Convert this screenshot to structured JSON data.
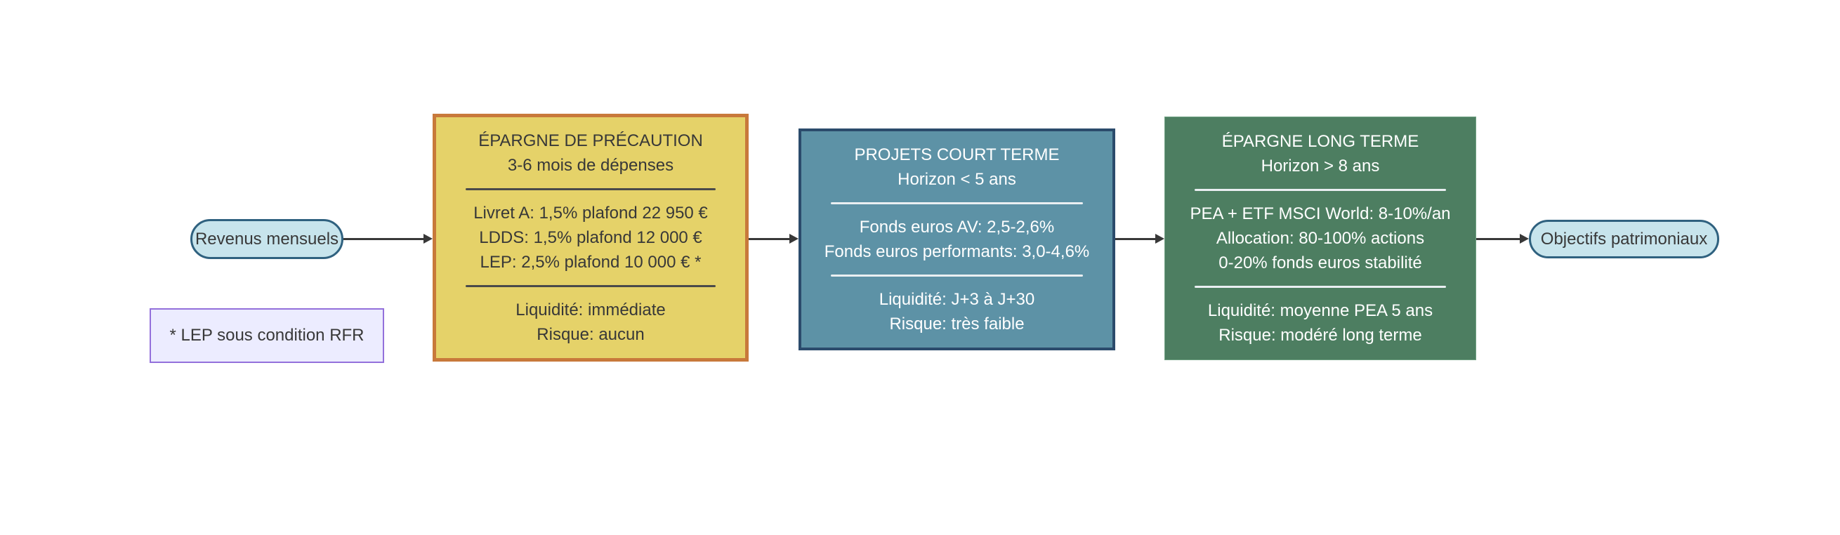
{
  "flow": {
    "start": {
      "label": "Revenus mensuels"
    },
    "end": {
      "label": "Objectifs patrimoniaux"
    },
    "note": {
      "label": "* LEP sous condition RFR"
    },
    "cards": [
      {
        "id": "epargne-precaution",
        "title": "ÉPARGNE DE PRÉCAUTION",
        "subtitle": "3-6 mois de dépenses",
        "body": [
          "Livret A: 1,5% plafond 22 950 €",
          "LDDS: 1,5% plafond 12 000 €",
          "LEP: 2,5% plafond 10 000 € *"
        ],
        "footer": [
          "Liquidité: immédiate",
          "Risque: aucun"
        ],
        "fill": "#E5D269",
        "border": "#C8793B",
        "text": "#383838"
      },
      {
        "id": "projets-court-terme",
        "title": "PROJETS COURT TERME",
        "subtitle": "Horizon < 5 ans",
        "body": [
          "Fonds euros AV: 2,5-2,6%",
          "Fonds euros performants: 3,0-4,6%"
        ],
        "footer": [
          "Liquidité: J+3 à J+30",
          "Risque: très faible"
        ],
        "fill": "#5D92A6",
        "border": "#2B4B6C",
        "text": "#FFFFFF"
      },
      {
        "id": "epargne-long-terme",
        "title": "ÉPARGNE LONG TERME",
        "subtitle": "Horizon > 8 ans",
        "body": [
          "PEA + ETF MSCI World: 8-10%/an",
          "Allocation: 80-100% actions",
          "0-20% fonds euros stabilité"
        ],
        "footer": [
          "Liquidité: moyenne PEA 5 ans",
          "Risque: modéré long terme"
        ],
        "fill": "#4D7E61",
        "border": "#6FA182",
        "text": "#FFFFFF"
      }
    ],
    "colors": {
      "pill_fill": "#C7E4EC",
      "pill_border": "#2F617F",
      "note_fill": "#ECECFF",
      "note_border": "#9370DB",
      "arrow": "#383838",
      "background": "#FFFFFF"
    }
  }
}
